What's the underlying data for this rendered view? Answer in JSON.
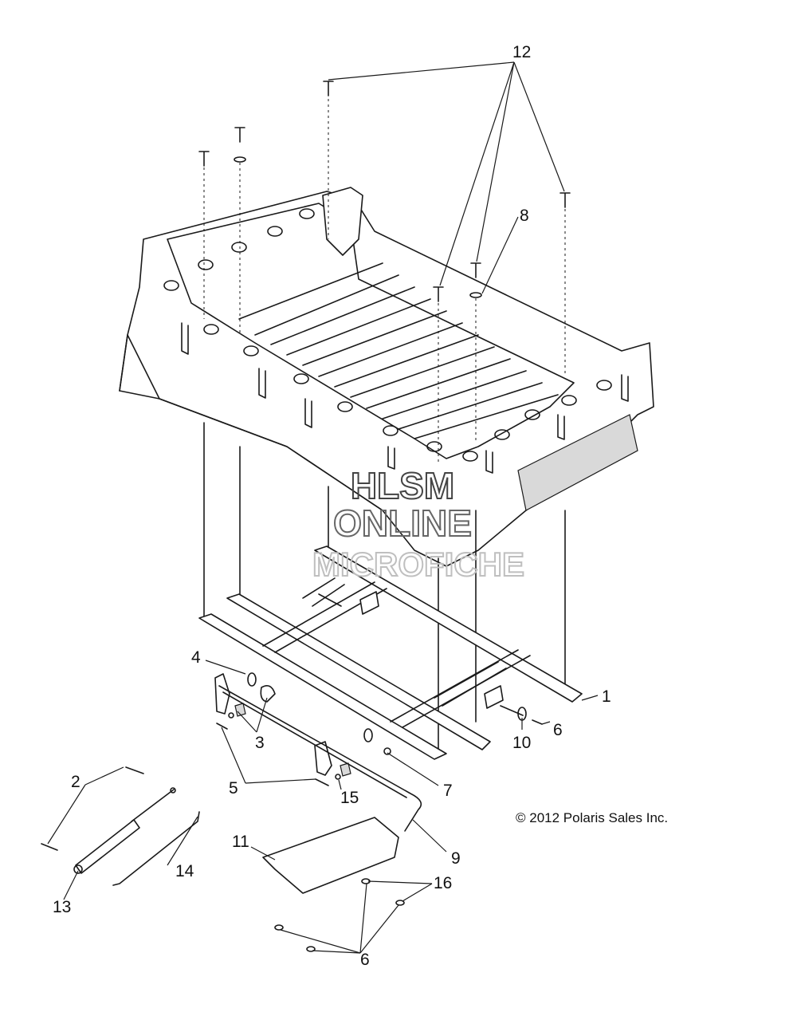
{
  "callouts": {
    "c1": "1",
    "c2": "2",
    "c3": "3",
    "c4": "4",
    "c5": "5",
    "c6a": "6",
    "c6b": "6",
    "c7": "7",
    "c8": "8",
    "c9": "9",
    "c10": "10",
    "c11": "11",
    "c12": "12",
    "c13": "13",
    "c14": "14",
    "c15": "15",
    "c16": "16"
  },
  "watermark": {
    "line1": "HLSM",
    "line2": "ONLINE",
    "line3": "MICROFICHE"
  },
  "copyright": "© 2012 Polaris Sales Inc.",
  "colors": {
    "line": "#1a1a1a",
    "watermark_dark": "#444444",
    "watermark_light": "#bfbfbf"
  }
}
